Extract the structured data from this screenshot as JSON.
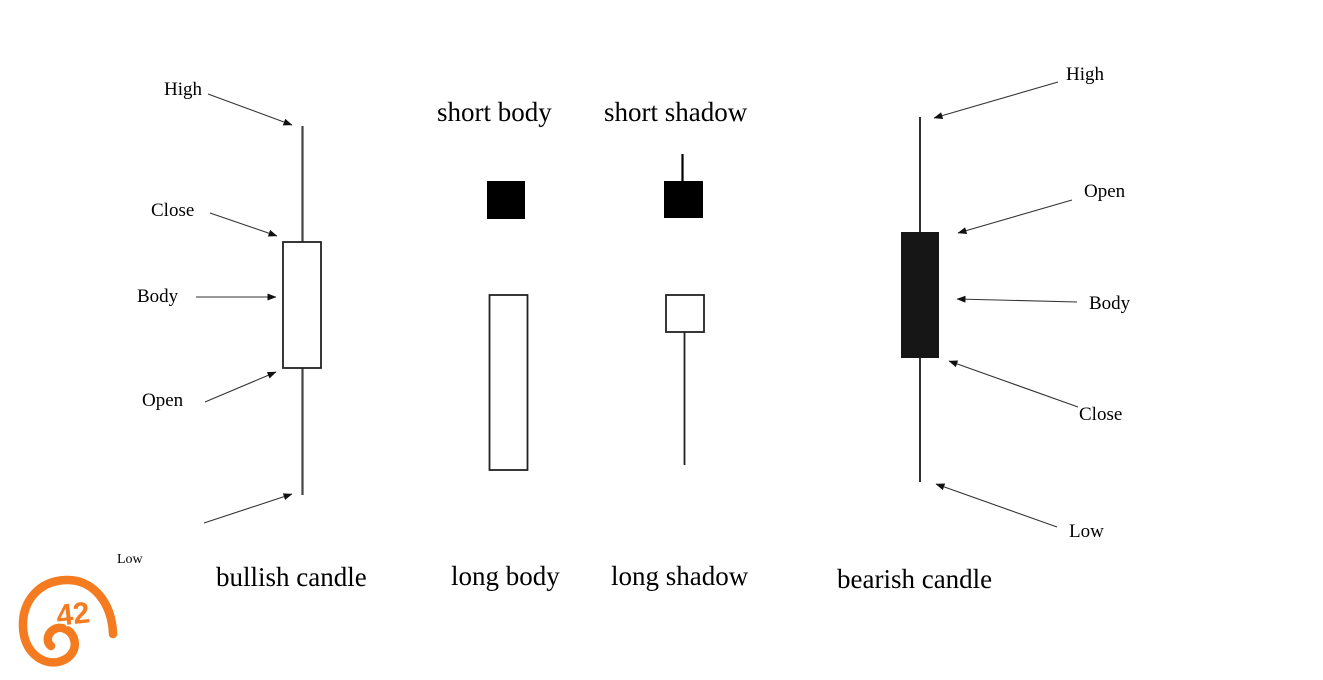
{
  "bullish": {
    "caption": "bullish candle",
    "labels": {
      "high": "High",
      "close": "Close",
      "body": "Body",
      "open": "Open",
      "low": "Low"
    }
  },
  "bearish": {
    "caption": "bearish candle",
    "labels": {
      "high": "High",
      "open": "Open",
      "body": "Body",
      "close": "Close",
      "low": "Low"
    }
  },
  "examples": {
    "short_body": "short body",
    "long_body": "long body",
    "short_shadow": "short shadow",
    "long_shadow": "long shadow"
  },
  "logo": {
    "text": "42"
  },
  "colors": {
    "accent_orange": "#F47B20",
    "candle_fill_black": "#000000",
    "bearish_body": "#161616",
    "outline": "#222222",
    "arrow": "#333333"
  }
}
